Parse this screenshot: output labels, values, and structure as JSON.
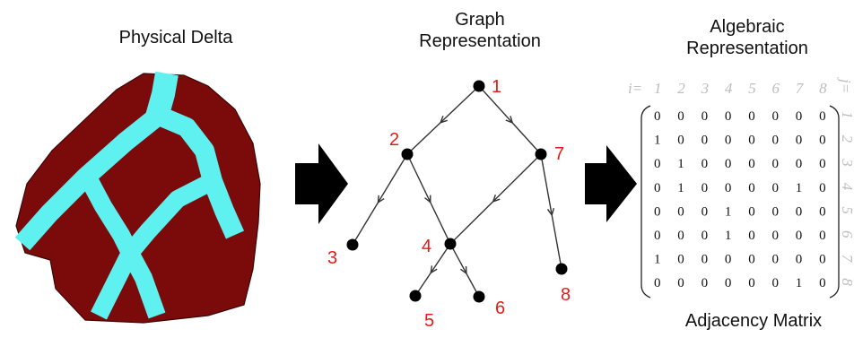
{
  "titles": {
    "physical": "Physical Delta",
    "graph_line1": "Graph",
    "graph_line2": "Representation",
    "algebraic_line1": "Algebraic",
    "algebraic_line2": "Representation",
    "adjacency": "Adjacency Matrix"
  },
  "colors": {
    "land": "#7b0b0b",
    "channel": "#5ff0f0",
    "node_label": "#e31b1b",
    "index_gray": "#bdbdbd"
  },
  "graph": {
    "nodes": [
      "1",
      "2",
      "3",
      "4",
      "5",
      "6",
      "7",
      "8"
    ]
  },
  "matrix": {
    "row_prefix": "i=",
    "col_prefix": "j=",
    "indices": [
      "1",
      "2",
      "3",
      "4",
      "5",
      "6",
      "7",
      "8"
    ],
    "rows": [
      [
        "0",
        "0",
        "0",
        "0",
        "0",
        "0",
        "0",
        "0"
      ],
      [
        "1",
        "0",
        "0",
        "0",
        "0",
        "0",
        "0",
        "0"
      ],
      [
        "0",
        "1",
        "0",
        "0",
        "0",
        "0",
        "0",
        "0"
      ],
      [
        "0",
        "1",
        "0",
        "0",
        "0",
        "0",
        "1",
        "0"
      ],
      [
        "0",
        "0",
        "0",
        "1",
        "0",
        "0",
        "0",
        "0"
      ],
      [
        "0",
        "0",
        "0",
        "1",
        "0",
        "0",
        "0",
        "0"
      ],
      [
        "1",
        "0",
        "0",
        "0",
        "0",
        "0",
        "0",
        "0"
      ],
      [
        "0",
        "0",
        "0",
        "0",
        "0",
        "0",
        "1",
        "0"
      ]
    ]
  }
}
